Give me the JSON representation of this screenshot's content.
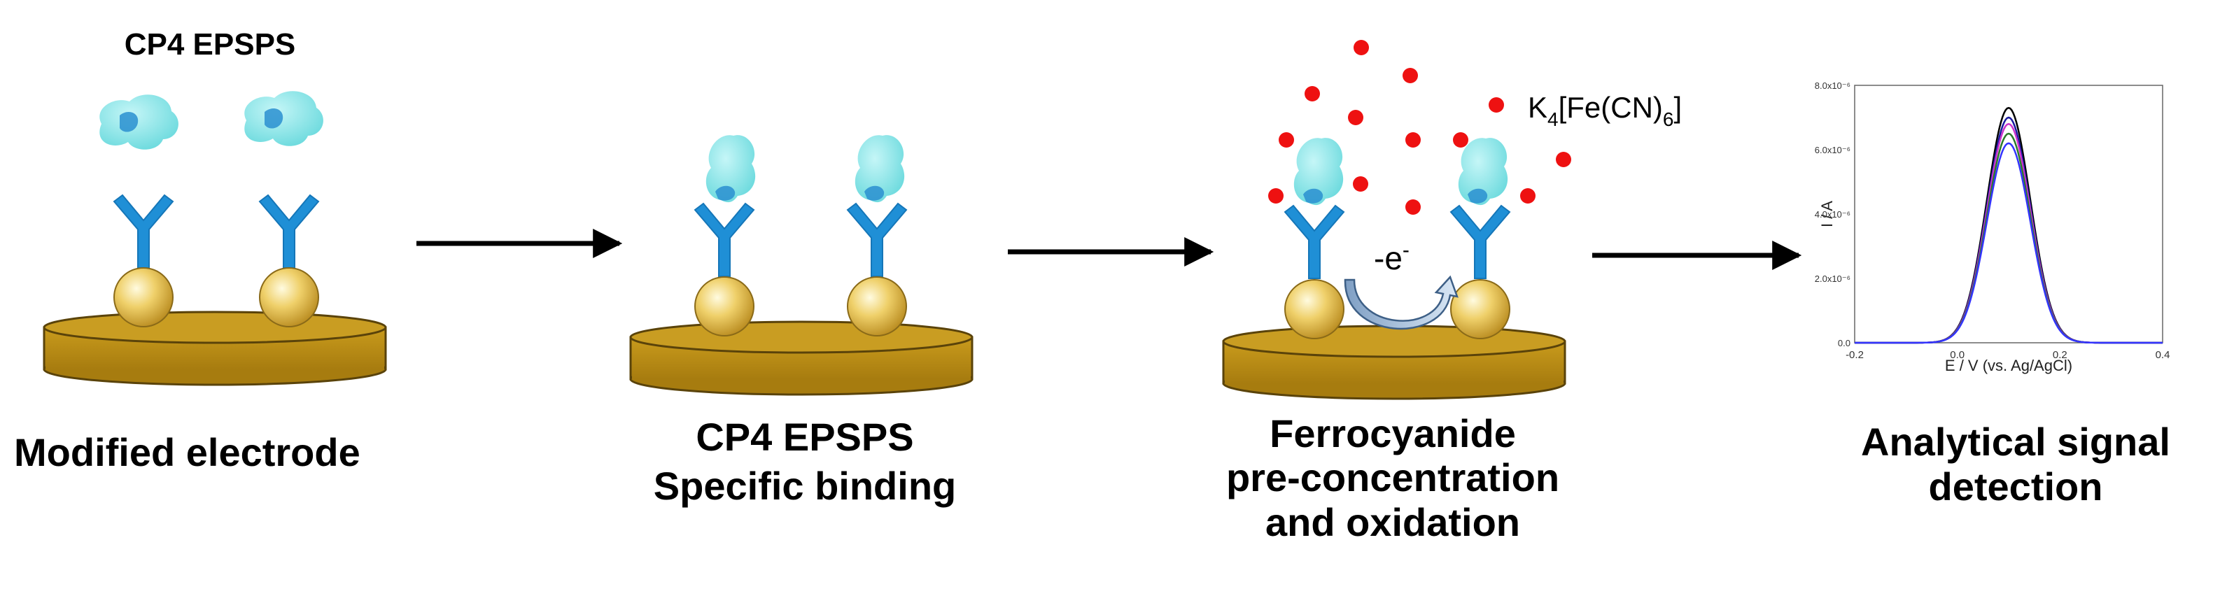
{
  "panels": [
    {
      "top_label": "CP4 EPSPS",
      "caption": [
        "Modified electrode"
      ]
    },
    {
      "caption": [
        "CP4 EPSPS",
        "Specific binding"
      ]
    },
    {
      "reagent_label": {
        "base": "K",
        "sub1": "4",
        "mid": "[Fe(CN)",
        "sub2": "6",
        "end": "]"
      },
      "electron_label": "-e",
      "electron_sup": "-",
      "caption": [
        "Ferrocyanide",
        "pre-concentration",
        "and oxidation"
      ]
    },
    {
      "caption": [
        "Analytical signal",
        "detection"
      ],
      "mini_chart": {
        "xlabel": "E / V (vs. Ag/AgCl)",
        "ylabel": "I / A",
        "xticks": [
          "-0.2",
          "0.0",
          "0.2",
          "0.4"
        ],
        "yticks": [
          "0.0",
          "2.0x10⁻⁶",
          "4.0x10⁻⁶",
          "6.0x10⁻⁶",
          "8.0x10⁻⁶"
        ]
      }
    }
  ],
  "colors": {
    "protein": "#7fe3e6",
    "protein_core": "#2a8fd0",
    "antibody": "#1f8fd6",
    "gold_sphere": "#e8c55a",
    "electrode": "#c89a1c",
    "reagent_dot": "#ee1111",
    "arrow": "#000000"
  },
  "chart_data": {
    "type": "line",
    "title": "",
    "xlabel": "E / V (vs. Ag/AgCl)",
    "ylabel": "I / A",
    "xlim": [
      -0.2,
      0.4
    ],
    "ylim": [
      0,
      8e-06
    ],
    "xticks": [
      "-0.2",
      "0.0",
      "0.2",
      "0.4"
    ],
    "yticks": [
      "0.0",
      "2.0x10⁻⁶",
      "4.0x10⁻⁶",
      "6.0x10⁻⁶",
      "8.0x10⁻⁶"
    ],
    "peak_center": 0.1,
    "peak_width": 0.06,
    "series": [
      {
        "peak": 7.3e-06,
        "color": "#000000"
      },
      {
        "peak": 7e-06,
        "color": "#1a1aa0"
      },
      {
        "peak": 6.8e-06,
        "color": "#cc33cc"
      },
      {
        "peak": 6.5e-06,
        "color": "#2b7a2b"
      },
      {
        "peak": 6.2e-06,
        "color": "#3333ff"
      }
    ]
  }
}
